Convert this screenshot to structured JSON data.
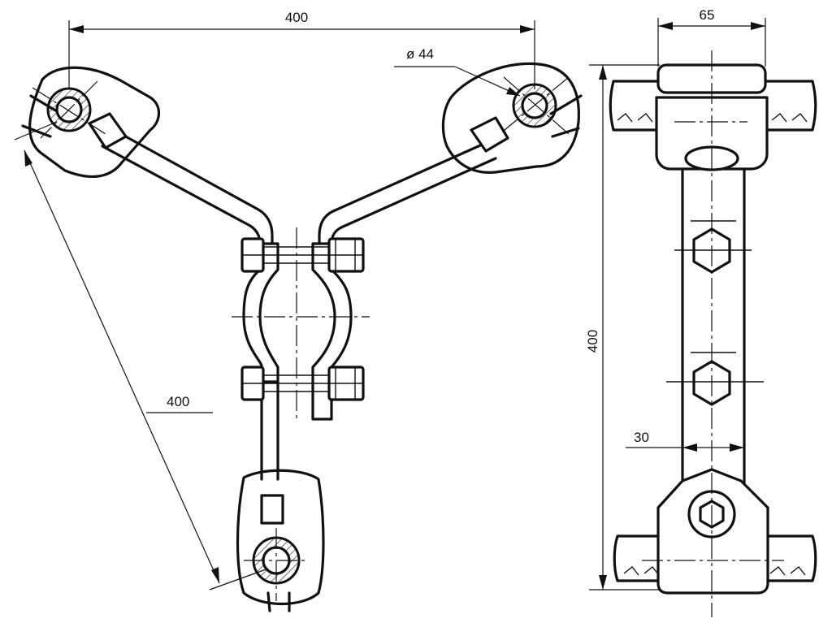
{
  "dimensions": {
    "top_width": "400",
    "diameter": "ø 44",
    "diagonal_length": "400",
    "side_width": "65",
    "side_height": "400",
    "strap_width": "30"
  }
}
